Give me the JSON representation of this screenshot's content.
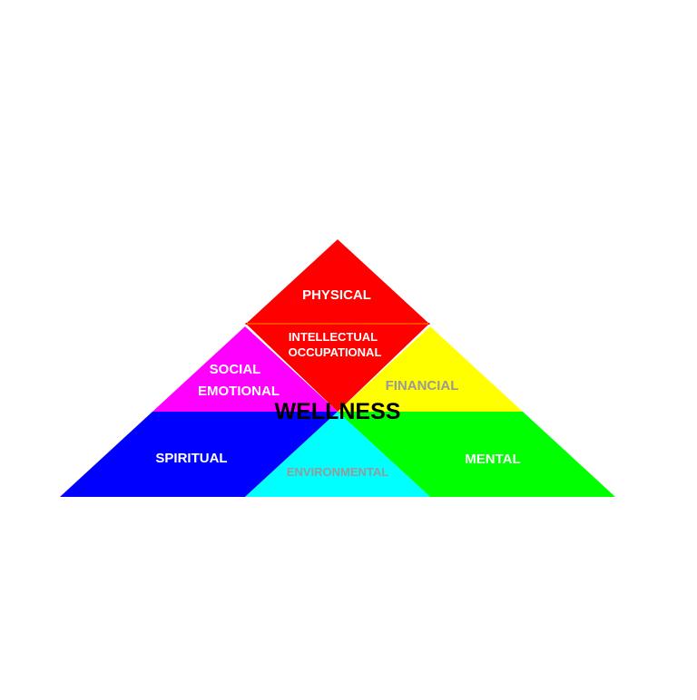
{
  "diagram": {
    "center_label": "WELLNESS",
    "sections": {
      "physical": {
        "label": "PHYSICAL",
        "fill": "#ff0000",
        "text_color": "#ffffff"
      },
      "intellectual": {
        "label_line1": "INTELLECTUAL",
        "label_line2": "OCCUPATIONAL",
        "fill": "#ff0000",
        "text_color": "#ffffff"
      },
      "social": {
        "label_line1": "SOCIAL",
        "label_line2": "EMOTIONAL",
        "fill": "#ff00ff",
        "text_color": "#ffffff"
      },
      "financial": {
        "label": "FINANCIAL",
        "fill": "#ffff00",
        "text_color": "#999999"
      },
      "spiritual": {
        "label": "SPIRITUAL",
        "fill": "#0000ff",
        "text_color": "#ffffff"
      },
      "environmental": {
        "label": "ENVIRONMENTAL",
        "fill": "#00ffff",
        "text_color": "#999999"
      },
      "mental": {
        "label": "MENTAL",
        "fill": "#00ff00",
        "text_color": "#ffffff"
      }
    },
    "center_text_color": "#000000",
    "divider_color": "#ff8800"
  }
}
